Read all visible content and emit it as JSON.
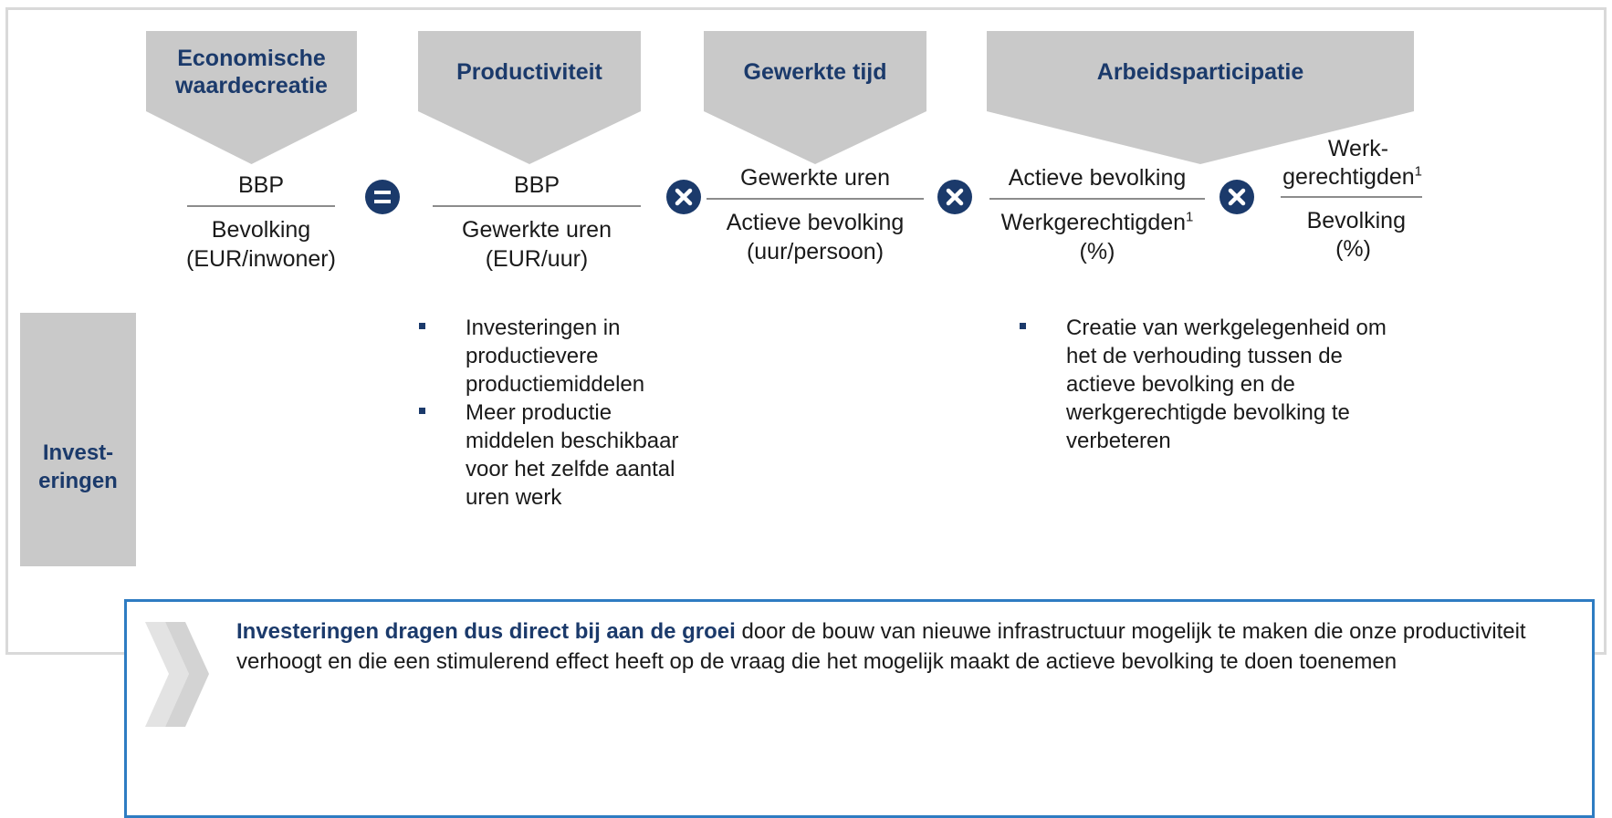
{
  "header": {
    "col1": "Economische waardecreatie",
    "col2": "Productiviteit",
    "col3": "Gewerkte tijd",
    "col4": "Arbeidsparticipatie"
  },
  "formula": {
    "f1": {
      "num": "BBP",
      "den1": "Bevolking",
      "den2": "(EUR/inwoner)"
    },
    "f2": {
      "num": "BBP",
      "den1": "Gewerkte uren",
      "den2": "(EUR/uur)"
    },
    "f3": {
      "num": "Gewerkte uren",
      "den1": "Actieve bevolking",
      "den2": "(uur/persoon)"
    },
    "f4": {
      "num": "Actieve bevolking",
      "den1": "Werkgerechtigden",
      "den1_sup": "1",
      "den2": "(%)"
    },
    "f5": {
      "num1": "Werk-",
      "num2": "gerechtigden",
      "num2_sup": "1",
      "den1": "Bevolking",
      "den2": "(%)"
    },
    "operators": [
      "equals-icon",
      "times-icon",
      "times-icon",
      "times-icon"
    ]
  },
  "side_label": {
    "line1": "Invest-",
    "line2": "eringen"
  },
  "productivity_bullets": [
    "Investeringen in productievere productiemiddelen",
    "Meer productie middelen beschikbaar voor het zelfde aantal uren werk"
  ],
  "participation_bullets": [
    "Creatie van werkgelegenheid om het de verhouding tussen de actieve bevolking en de werkgerechtigde bevolking te verbeteren"
  ],
  "callout": {
    "bold": "Investeringen dragen dus direct bij aan de groei",
    "rest": " door de bouw van nieuwe infrastructuur mogelijk te maken die onze productiviteit verhoogt en die een stimulerend effect heeft op de vraag die het mogelijk maakt de actieve bevolking te doen toenemen"
  },
  "colors": {
    "navy": "#1b3a6b",
    "grey": "#c9c9c9",
    "accent_blue": "#2e7cc2"
  }
}
